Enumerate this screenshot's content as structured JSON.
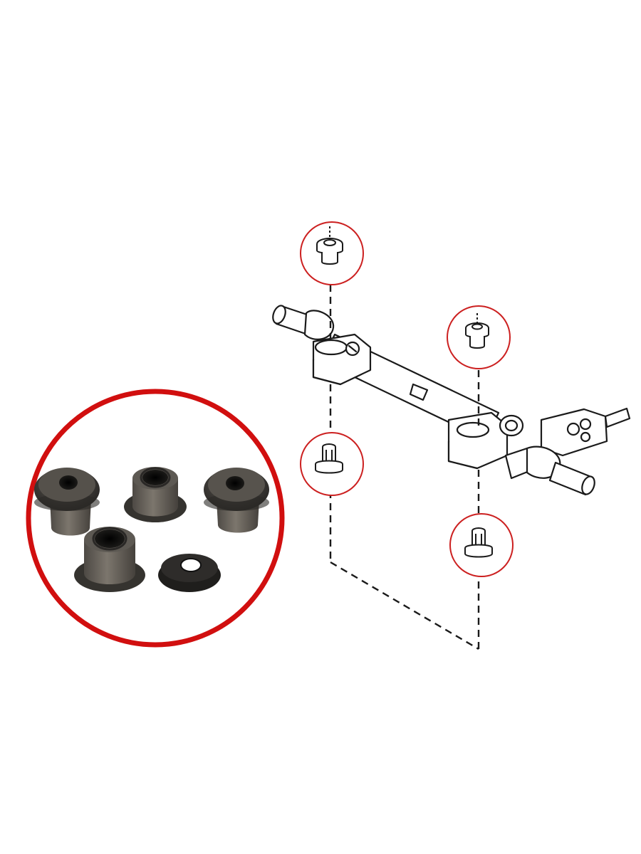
{
  "figure": {
    "callout_color": "#cc2020",
    "photo_ring_color": "#d10f0f",
    "line_color": "#1a1a1a",
    "rubber_color": "#3b3b3b",
    "metal_color": "#6f6a63"
  },
  "callouts": [
    {
      "id": "top-left",
      "part": "flanged-bushing-icon"
    },
    {
      "id": "top-right",
      "part": "flanged-bushing-icon"
    },
    {
      "id": "bottom-left",
      "part": "stepped-bushing-icon"
    },
    {
      "id": "bottom-right",
      "part": "stepped-bushing-icon"
    }
  ],
  "photo": {
    "parts": [
      "bushing",
      "bushing",
      "bushing",
      "bushing",
      "washer"
    ]
  }
}
